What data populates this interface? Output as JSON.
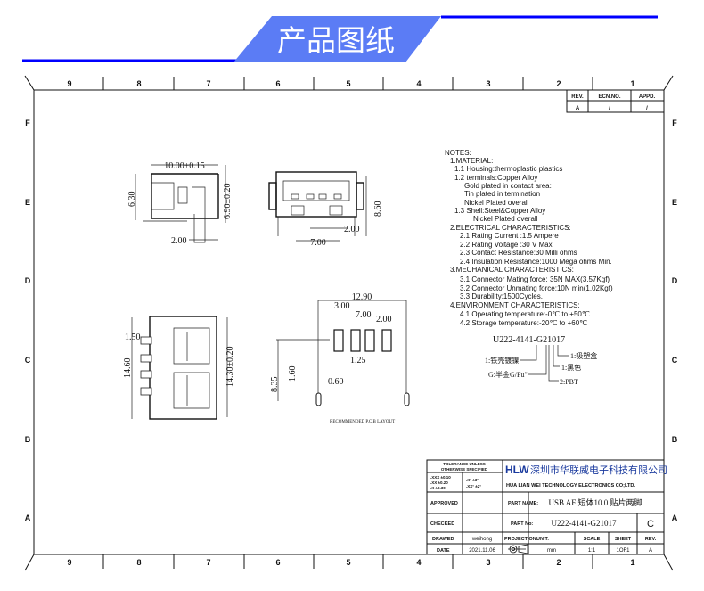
{
  "banner": {
    "title": "产品图纸",
    "accent": "#0000ff",
    "banner_fill": "#5b7cf5"
  },
  "frame": {
    "columns": [
      "9",
      "8",
      "7",
      "6",
      "5",
      "4",
      "3",
      "2",
      "1"
    ],
    "rows": [
      "F",
      "E",
      "D",
      "C",
      "B",
      "A"
    ]
  },
  "revision_table": {
    "headers": [
      "REV.",
      "ECN.NO.",
      "APPD."
    ],
    "row": [
      "A",
      "/",
      "/"
    ]
  },
  "dimensions": {
    "side_width": "10.00±0.15",
    "side_height": "6.30",
    "side_total": "6.90±0.20",
    "side_pin": "2.00",
    "front_height": "8.60",
    "front_pitch": "2.00",
    "front_span": "7.00",
    "top_pin": "1.50",
    "top_height": "14.60",
    "top_total": "14.30±0.20",
    "pcb_width": "12.90",
    "pcb_offset": "3.00",
    "pcb_span": "7.00",
    "pcb_pitch": "2.00",
    "pcb_pad": "1.25",
    "pcb_depth": "8.35",
    "pcb_hole_h": "1.60",
    "pcb_hole_w": "0.60",
    "pcb_caption": "RECOMMENDED  P.C.B LAYOUT"
  },
  "notes": [
    "NOTES:",
    "1.MATERIAL:",
    "1.1  Housing:thermoplastic  plastics",
    "1.2  terminals:Copper  Alloy",
    "Gold  plated  in  contact  area:",
    "Tin  plated  in  termination",
    "Nickel  Plated  overall",
    "1.3  Shell:Steel&Copper  Alloy",
    "Nickel  Plated  overall",
    "2.ELECTRICAL  CHARACTERISTICS:",
    "2.1  Rating  Current  :1.5  Ampere",
    "2.2  Rating  Voltage  :30  V  Max",
    "2.3  Contact  Resistance:30  Milli  ohms",
    "2.4  Insulation  Resistance:1000  Mega  ohms  Min.",
    "3.MECHANICAL  CHARACTERISTICS:",
    "3.1  Connector  Mating  force: 35N  MAX(3.57Kgf)",
    "3.2  Connector  Unmating  force:10N  min(1.02Kgf)",
    "3.3  Durability:1500Cycles.",
    "4.ENVIRONMENT  CHARACTERISTICS:",
    "4.1  Operating  temperature:-0℃  to  +50℃",
    "4.2  Storage  temperature:-20℃  to  +60℃"
  ],
  "part_code": {
    "code": "U222-4141-G21017",
    "legend": [
      "1:铁壳镀镍",
      "G:半金G/Fu\"",
      "2:PBT",
      "1:黑色",
      "1:吸塑盒"
    ]
  },
  "title_block": {
    "tolerance_title": [
      "TOLERANCE  UNLESS",
      "OTHERWISE  SPECIFIED"
    ],
    "tolerance_values": [
      ".XXX  ±0.10",
      ".XX   ±0.20",
      ".X    ±0.30",
      ".X°   ±3°",
      ".XX°  ±2°"
    ],
    "logo": "HLW",
    "company_cn": "深圳市华联威电子科技有限公司",
    "company_en": "HUA  LIAN  WEI  TECHNOLOGY  ELECTRONICS  CO;LTD.",
    "approved_label": "APPROVED",
    "checked_label": "CHECKED",
    "drawed_label": "DRAWED",
    "drawed_value": "weihong",
    "date_label": "DATE",
    "date_value": "2021.11.06",
    "part_name_label": "PART NAME:",
    "part_name": "USB AF 短体10.0 贴片两脚",
    "part_no_label": "PART No:",
    "part_no": "U222-4141-G21017",
    "part_rev": "C",
    "projection_label": "PROJECTION:",
    "unit_label": "UNIT:",
    "unit_value": "mm",
    "scale_label": "SCALE",
    "scale_value": "1:1",
    "sheet_label": "SHEET",
    "sheet_value": "1OF1",
    "rev_label": "REV.",
    "rev_value": "A"
  }
}
